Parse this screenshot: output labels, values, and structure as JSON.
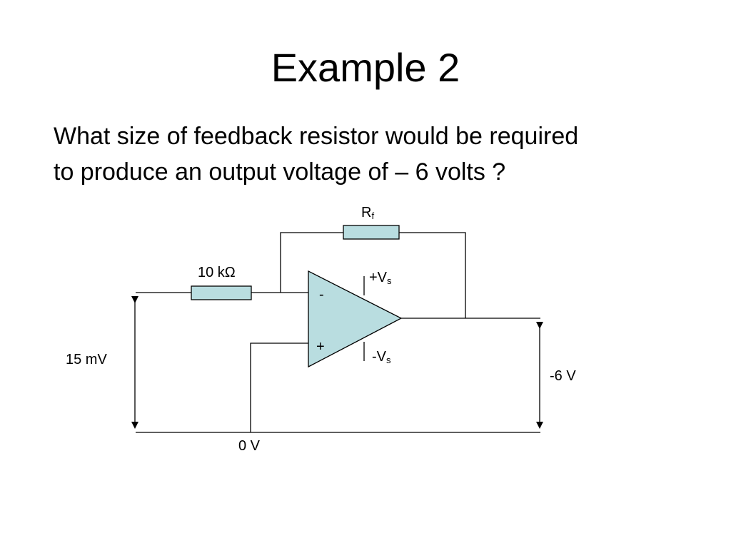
{
  "slide": {
    "title": "Example 2",
    "question_line1": "What size of feedback resistor would be required",
    "question_line2": "to produce an output voltage of – 6 volts ?"
  },
  "circuit": {
    "rf_label_main": "R",
    "rf_label_sub": "f",
    "input_resistor_label": "10 kΩ",
    "pos_supply_main": "+V",
    "pos_supply_sub": "s",
    "neg_supply_main": "-V",
    "neg_supply_sub": "s",
    "inverting_input": "-",
    "noninverting_input": "+",
    "input_voltage": "15 mV",
    "output_voltage": "-6 V",
    "ground_label": "0 V",
    "colors": {
      "component_fill": "#b9dde0",
      "wire": "#000000"
    }
  }
}
